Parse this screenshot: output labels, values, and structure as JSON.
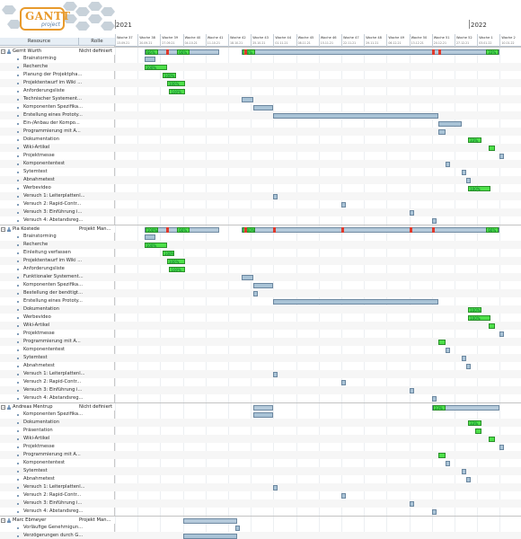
{
  "header": {
    "logo_text": "GANTT",
    "logo_sub": "project",
    "col_resource": "Resource",
    "col_role": "Rolle",
    "year_left": "2021",
    "year_right": "2022"
  },
  "weeks": [
    {
      "label": "Woche 37",
      "date": "13.09.21"
    },
    {
      "label": "Woche 38",
      "date": "20.09.21"
    },
    {
      "label": "Woche 39",
      "date": "27.09.21"
    },
    {
      "label": "Woche 40",
      "date": "04.10.21"
    },
    {
      "label": "Woche 41",
      "date": "11.10.21"
    },
    {
      "label": "Woche 42",
      "date": "18.10.21"
    },
    {
      "label": "Woche 43",
      "date": "25.10.21"
    },
    {
      "label": "Woche 44",
      "date": "01.11.21"
    },
    {
      "label": "Woche 45",
      "date": "08.11.21"
    },
    {
      "label": "Woche 46",
      "date": "15.11.21"
    },
    {
      "label": "Woche 47",
      "date": "22.11.21"
    },
    {
      "label": "Woche 48",
      "date": "29.11.21"
    },
    {
      "label": "Woche 49",
      "date": "06.12.21"
    },
    {
      "label": "Woche 50",
      "date": "13.12.21"
    },
    {
      "label": "Woche 51",
      "date": "20.12.21"
    },
    {
      "label": "Woche 52",
      "date": "27.12.21"
    },
    {
      "label": "Woche 1",
      "date": "03.01.22"
    },
    {
      "label": "Woche 2",
      "date": "10.01.22"
    }
  ],
  "rows": [
    {
      "kind": "group",
      "name": "Gerrit Wurth",
      "role": "Nicht definiert"
    },
    {
      "kind": "task",
      "name": "Brainstorming"
    },
    {
      "kind": "task",
      "name": "Recherche"
    },
    {
      "kind": "task",
      "name": "Planung der Projektpha..."
    },
    {
      "kind": "task",
      "name": "Projektentwurf im Wiki ..."
    },
    {
      "kind": "task",
      "name": "Anforderungsliste"
    },
    {
      "kind": "task",
      "name": "Technischer Systement..."
    },
    {
      "kind": "task",
      "name": "Komponenten Spezifika..."
    },
    {
      "kind": "task",
      "name": "Erstellung eines Prototy..."
    },
    {
      "kind": "task",
      "name": "Ein-/Anbau der Kompo..."
    },
    {
      "kind": "task",
      "name": "Programmierung mit A..."
    },
    {
      "kind": "task",
      "name": "Dokumentation"
    },
    {
      "kind": "task",
      "name": "Wiki-Artikel"
    },
    {
      "kind": "task",
      "name": "Projektmesse"
    },
    {
      "kind": "task",
      "name": "Komponententest"
    },
    {
      "kind": "task",
      "name": "Sytemtest"
    },
    {
      "kind": "task",
      "name": "Abnahmetest"
    },
    {
      "kind": "task",
      "name": "Werbevideo"
    },
    {
      "kind": "task",
      "name": "Versuch 1: Leiterplattenl..."
    },
    {
      "kind": "task",
      "name": "Versuch 2: Rapid-Contr..."
    },
    {
      "kind": "task",
      "name": "Versuch 3: Einführung i..."
    },
    {
      "kind": "task",
      "name": "Versuch 4: Abstandsreg..."
    },
    {
      "kind": "group",
      "name": "Pia Kostede",
      "role": "Projekt Man..."
    },
    {
      "kind": "task",
      "name": "Brainstorming"
    },
    {
      "kind": "task",
      "name": "Recherche"
    },
    {
      "kind": "task",
      "name": "Einleitung verfassen"
    },
    {
      "kind": "task",
      "name": "Projektentwurf im Wiki ..."
    },
    {
      "kind": "task",
      "name": "Anforderungsliste"
    },
    {
      "kind": "task",
      "name": "Funktionaler Systement..."
    },
    {
      "kind": "task",
      "name": "Komponenten Spezifika..."
    },
    {
      "kind": "task",
      "name": "Bestellung der benötigt..."
    },
    {
      "kind": "task",
      "name": "Erstellung eines Prototy..."
    },
    {
      "kind": "task",
      "name": "Dokumentation"
    },
    {
      "kind": "task",
      "name": "Werbevideo"
    },
    {
      "kind": "task",
      "name": "Wiki-Artikel"
    },
    {
      "kind": "task",
      "name": "Projektmesse"
    },
    {
      "kind": "task",
      "name": "Programmierung mit A..."
    },
    {
      "kind": "task",
      "name": "Komponententest"
    },
    {
      "kind": "task",
      "name": "Sytemtest"
    },
    {
      "kind": "task",
      "name": "Abnahmetest"
    },
    {
      "kind": "task",
      "name": "Versuch 1: Leiterplattenl..."
    },
    {
      "kind": "task",
      "name": "Versuch 2: Rapid-Contr..."
    },
    {
      "kind": "task",
      "name": "Versuch 3: Einführung i..."
    },
    {
      "kind": "task",
      "name": "Versuch 4: Abstandsreg..."
    },
    {
      "kind": "group",
      "name": "Andreas Mentrup",
      "role": "Nicht definiert"
    },
    {
      "kind": "task",
      "name": "Komponenten Spezifika..."
    },
    {
      "kind": "task",
      "name": "Dokumentation"
    },
    {
      "kind": "task",
      "name": "Präsentation"
    },
    {
      "kind": "task",
      "name": "Wiki-Artikel"
    },
    {
      "kind": "task",
      "name": "Projektmesse"
    },
    {
      "kind": "task",
      "name": "Programmierung mit A..."
    },
    {
      "kind": "task",
      "name": "Komponententest"
    },
    {
      "kind": "task",
      "name": "Sytemtest"
    },
    {
      "kind": "task",
      "name": "Abnahmetest"
    },
    {
      "kind": "task",
      "name": "Versuch 1: Leiterplattenl..."
    },
    {
      "kind": "task",
      "name": "Versuch 2: Rapid-Contr..."
    },
    {
      "kind": "task",
      "name": "Versuch 3: Einführung i..."
    },
    {
      "kind": "task",
      "name": "Versuch 4: Abstandsreg..."
    },
    {
      "kind": "group",
      "name": "Marc Ebmeyer",
      "role": "Projekt Man..."
    },
    {
      "kind": "task",
      "name": "Vorläufige Genehmigun..."
    },
    {
      "kind": "task",
      "name": "Verzögerungen durch G..."
    }
  ],
  "bars": [
    {
      "row": 0,
      "start": 1.3,
      "end": 4.6,
      "type": "sum",
      "pct": "66%",
      "pct2": "66%"
    },
    {
      "row": 0,
      "start": 5.6,
      "end": 17.0,
      "type": "sum",
      "pct": "66%",
      "pct2": "33%"
    },
    {
      "row": 1,
      "start": 1.3,
      "end": 1.8,
      "type": "task"
    },
    {
      "row": 2,
      "start": 1.3,
      "end": 2.3,
      "type": "done",
      "pct": "100%"
    },
    {
      "row": 3,
      "start": 2.1,
      "end": 2.7,
      "type": "done",
      "pct": "100%"
    },
    {
      "row": 4,
      "start": 2.3,
      "end": 3.1,
      "type": "done",
      "pct": "100%"
    },
    {
      "row": 5,
      "start": 2.4,
      "end": 3.1,
      "type": "done",
      "pct": "100%"
    },
    {
      "row": 6,
      "start": 5.6,
      "end": 6.1,
      "type": "task"
    },
    {
      "row": 7,
      "start": 6.1,
      "end": 7.0,
      "type": "task"
    },
    {
      "row": 8,
      "start": 7.0,
      "end": 14.3,
      "type": "task"
    },
    {
      "row": 9,
      "start": 14.3,
      "end": 15.3,
      "type": "task"
    },
    {
      "row": 10,
      "start": 14.3,
      "end": 14.6,
      "type": "task"
    },
    {
      "row": 11,
      "start": 15.6,
      "end": 16.2,
      "type": "done",
      "pct": "33%"
    },
    {
      "row": 12,
      "start": 16.5,
      "end": 16.8,
      "type": "done",
      "pct": ""
    },
    {
      "row": 13,
      "start": 17.0,
      "end": 17.2,
      "type": "task"
    },
    {
      "row": 14,
      "start": 14.6,
      "end": 14.8,
      "type": "task"
    },
    {
      "row": 15,
      "start": 15.3,
      "end": 15.5,
      "type": "task"
    },
    {
      "row": 16,
      "start": 15.5,
      "end": 15.7,
      "type": "task"
    },
    {
      "row": 17,
      "start": 15.6,
      "end": 16.6,
      "type": "done",
      "pct": "100%"
    },
    {
      "row": 18,
      "start": 7.0,
      "end": 7.2,
      "type": "task"
    },
    {
      "row": 19,
      "start": 10.0,
      "end": 10.2,
      "type": "task"
    },
    {
      "row": 20,
      "start": 13.0,
      "end": 13.2,
      "type": "task"
    },
    {
      "row": 21,
      "start": 14.0,
      "end": 14.2,
      "type": "task"
    },
    {
      "row": 22,
      "start": 1.3,
      "end": 4.6,
      "type": "sum",
      "pct": "100%",
      "pct2": "66%"
    },
    {
      "row": 22,
      "start": 5.6,
      "end": 17.0,
      "type": "sum",
      "pct": "100%",
      "pct2": "66%"
    },
    {
      "row": 23,
      "start": 1.3,
      "end": 1.8,
      "type": "task"
    },
    {
      "row": 24,
      "start": 1.3,
      "end": 2.3,
      "type": "done",
      "pct": "100%"
    },
    {
      "row": 25,
      "start": 2.1,
      "end": 2.6,
      "type": "done",
      "pct": "100%"
    },
    {
      "row": 26,
      "start": 2.3,
      "end": 3.1,
      "type": "done",
      "pct": "100%"
    },
    {
      "row": 27,
      "start": 2.4,
      "end": 3.1,
      "type": "done",
      "pct": "100%"
    },
    {
      "row": 28,
      "start": 5.6,
      "end": 6.1,
      "type": "task"
    },
    {
      "row": 29,
      "start": 6.1,
      "end": 7.0,
      "type": "task"
    },
    {
      "row": 30,
      "start": 6.1,
      "end": 6.3,
      "type": "task"
    },
    {
      "row": 31,
      "start": 7.0,
      "end": 14.3,
      "type": "task"
    },
    {
      "row": 32,
      "start": 15.6,
      "end": 16.2,
      "type": "done",
      "pct": "100%"
    },
    {
      "row": 33,
      "start": 15.6,
      "end": 16.6,
      "type": "done",
      "pct": "100%"
    },
    {
      "row": 34,
      "start": 16.5,
      "end": 16.8,
      "type": "done",
      "pct": ""
    },
    {
      "row": 35,
      "start": 17.0,
      "end": 17.2,
      "type": "task"
    },
    {
      "row": 36,
      "start": 14.3,
      "end": 14.6,
      "type": "done",
      "pct": ""
    },
    {
      "row": 37,
      "start": 14.6,
      "end": 14.8,
      "type": "task"
    },
    {
      "row": 38,
      "start": 15.3,
      "end": 15.5,
      "type": "task"
    },
    {
      "row": 39,
      "start": 15.5,
      "end": 15.7,
      "type": "task"
    },
    {
      "row": 40,
      "start": 7.0,
      "end": 7.2,
      "type": "task"
    },
    {
      "row": 41,
      "start": 10.0,
      "end": 10.2,
      "type": "task"
    },
    {
      "row": 42,
      "start": 13.0,
      "end": 13.2,
      "type": "task"
    },
    {
      "row": 43,
      "start": 14.0,
      "end": 14.2,
      "type": "task"
    },
    {
      "row": 44,
      "start": 6.1,
      "end": 7.0,
      "type": "sum"
    },
    {
      "row": 44,
      "start": 14.0,
      "end": 17.0,
      "type": "sum",
      "pct": "33%"
    },
    {
      "row": 45,
      "start": 6.1,
      "end": 7.0,
      "type": "task"
    },
    {
      "row": 46,
      "start": 15.6,
      "end": 16.2,
      "type": "done",
      "pct": "33%"
    },
    {
      "row": 47,
      "start": 15.9,
      "end": 16.2,
      "type": "done",
      "pct": ""
    },
    {
      "row": 48,
      "start": 16.5,
      "end": 16.8,
      "type": "done",
      "pct": ""
    },
    {
      "row": 49,
      "start": 17.0,
      "end": 17.2,
      "type": "task"
    },
    {
      "row": 50,
      "start": 14.3,
      "end": 14.6,
      "type": "done",
      "pct": ""
    },
    {
      "row": 51,
      "start": 14.6,
      "end": 14.8,
      "type": "task"
    },
    {
      "row": 52,
      "start": 15.3,
      "end": 15.5,
      "type": "task"
    },
    {
      "row": 53,
      "start": 15.5,
      "end": 15.7,
      "type": "task"
    },
    {
      "row": 54,
      "start": 7.0,
      "end": 7.2,
      "type": "task"
    },
    {
      "row": 55,
      "start": 10.0,
      "end": 10.2,
      "type": "task"
    },
    {
      "row": 56,
      "start": 13.0,
      "end": 13.2,
      "type": "task"
    },
    {
      "row": 57,
      "start": 14.0,
      "end": 14.2,
      "type": "task"
    },
    {
      "row": 58,
      "start": 3.0,
      "end": 5.4,
      "type": "sum"
    },
    {
      "row": 59,
      "start": 5.3,
      "end": 5.5,
      "type": "task"
    },
    {
      "row": 60,
      "start": 3.0,
      "end": 5.4,
      "type": "task"
    }
  ],
  "milestones_red": [
    {
      "row": 0,
      "at": 2.25
    },
    {
      "row": 0,
      "at": 5.7
    },
    {
      "row": 0,
      "at": 14.0
    },
    {
      "row": 0,
      "at": 14.3
    },
    {
      "row": 22,
      "at": 2.25
    },
    {
      "row": 22,
      "at": 5.7
    },
    {
      "row": 22,
      "at": 7.0
    },
    {
      "row": 22,
      "at": 10.0
    },
    {
      "row": 22,
      "at": 13.0
    },
    {
      "row": 22,
      "at": 14.0
    }
  ],
  "colors": {
    "task_bar": "#a9c3d6",
    "progress": "#4ee04a",
    "critical": "#e03a2c",
    "logo_accent": "#e89a2c"
  }
}
